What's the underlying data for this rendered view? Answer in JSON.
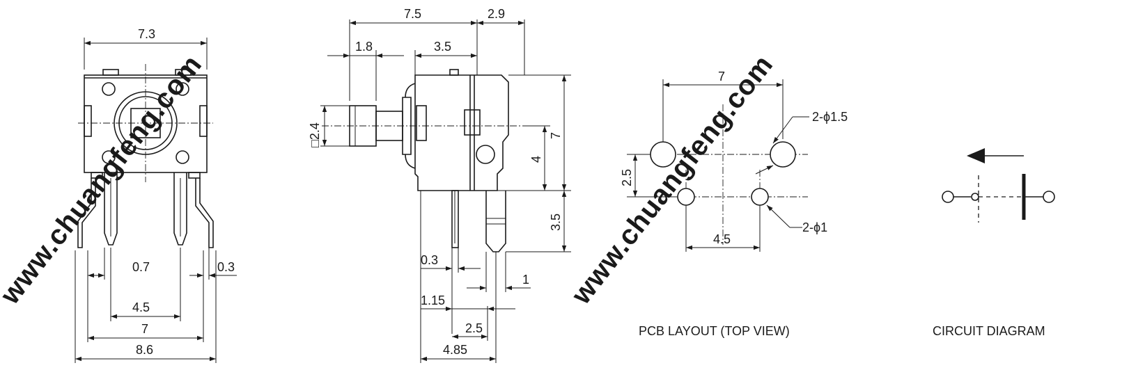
{
  "front_view": {
    "dim_width": "7.3",
    "dim_pin_width": "0.7",
    "dim_pin_thickness": "0.3",
    "dim_inner_pitch": "4.5",
    "dim_outer_pitch": "7",
    "dim_overall": "8.6"
  },
  "side_view": {
    "dim_total": "7.5",
    "dim_back": "2.9",
    "dim_actuator": "1.8",
    "dim_body": "3.5",
    "dim_actuator_square": "□2.4",
    "dim_height": "7",
    "dim_center": "4",
    "dim_pin_length": "3.5",
    "dim_pin_thickness": "0.3",
    "dim_pin_width": "1",
    "dim_pin_offset": "1.15",
    "dim_pin_pitch": "2.5",
    "dim_pin_span": "4.85"
  },
  "pcb_layout": {
    "caption": "PCB LAYOUT (TOP VIEW)",
    "dim_width": "7",
    "dim_row_pitch": "2.5",
    "dim_small_pitch": "4.5",
    "hole_large": "2-ϕ1.5",
    "hole_small": "2-ϕ1"
  },
  "circuit": {
    "caption": "CIRCUIT DIAGRAM"
  },
  "watermark": "www.chuangfeng.com",
  "colors": {
    "ink": "#1a1a1a",
    "watermark": "#dcdcdc"
  }
}
